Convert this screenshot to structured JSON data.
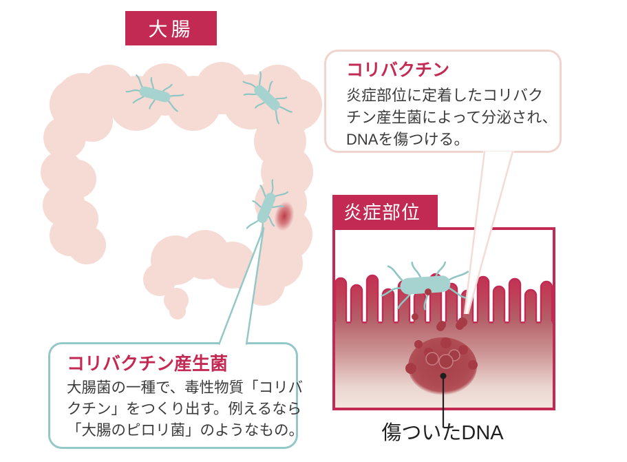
{
  "colors": {
    "accent_crimson": "#C32A53",
    "colon_pink": "#F6DBD5",
    "bacteria_teal": "#A6D2D0",
    "flagella_teal": "#8FC6C4",
    "callout_teal_border": "#94C8C8",
    "callout_pink_border": "#F2D4CE",
    "inflamed_spot_red": "#BC3642",
    "dot_red": "#A63B45",
    "body_text": "#3B3B3B"
  },
  "labels": {
    "colon": "大腸",
    "inflammation_site": "炎症部位",
    "damaged_dna": "傷ついたDNA"
  },
  "callouts": {
    "colibactin": {
      "title": "コリバクチン",
      "body_lines": [
        "炎症部位に定着したコリバク",
        "チン産生菌によって分泌され、",
        "DNAを傷つける。"
      ]
    },
    "producer": {
      "title": "コリバクチン産生菌",
      "body_lines": [
        "大腸菌の一種で、毒性物質「コリバ",
        "クチン」をつくり出す。例えるなら",
        "「大腸のピロリ菌」のようなもの。"
      ]
    }
  }
}
